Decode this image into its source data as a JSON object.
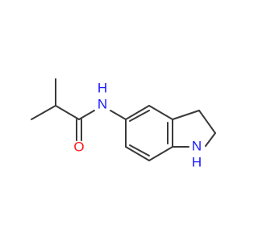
{
  "molecule": {
    "atoms": [
      {
        "id": "n_amide",
        "label": "N",
        "hydrogen": "H",
        "color": "#1a1aff"
      },
      {
        "id": "o_carbonyl",
        "label": "O",
        "color": "#ff1a1a"
      },
      {
        "id": "n_indoline",
        "label": "N",
        "hydrogen": "H",
        "color": "#1a1aff"
      }
    ]
  }
}
